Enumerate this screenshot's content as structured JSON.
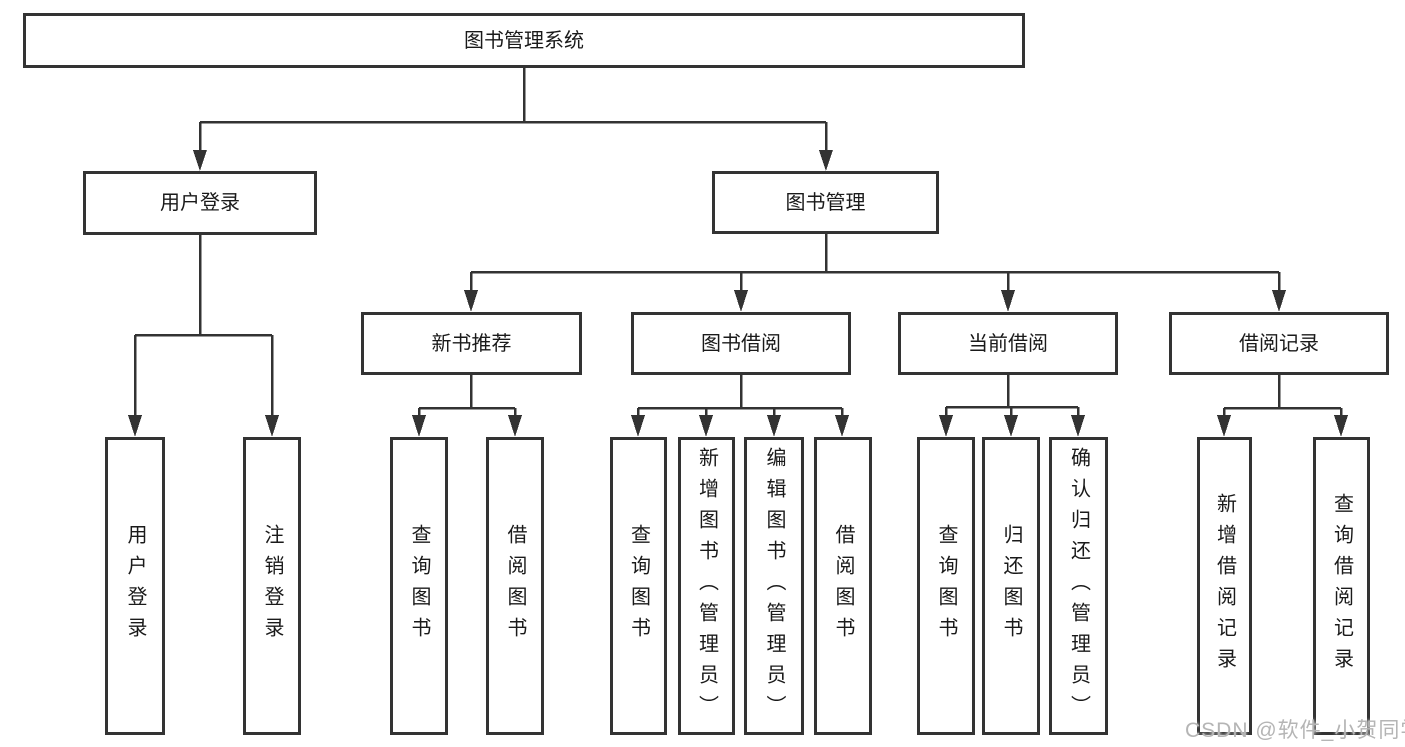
{
  "colors": {
    "line": "#333333",
    "box_border": "#333333",
    "text": "#1a1a1a",
    "watermark": "#b5b5b5",
    "background": "#ffffff"
  },
  "watermark": {
    "text": "CSDN @软件_小贺同学"
  },
  "tree": {
    "root": "图书管理系统",
    "branches": [
      {
        "label": "用户登录",
        "children": [
          "用户登录",
          "注销登录"
        ]
      },
      {
        "label": "图书管理",
        "groups": [
          {
            "label": "新书推荐",
            "children": [
              "查询图书",
              "借阅图书"
            ]
          },
          {
            "label": "图书借阅",
            "children": [
              "查询图书",
              "新增图书（管理员）",
              "编辑图书（管理员）",
              "借阅图书"
            ]
          },
          {
            "label": "当前借阅",
            "children": [
              "查询图书",
              "归还图书",
              "确认归还（管理员）"
            ]
          },
          {
            "label": "借阅记录",
            "children": [
              "新增借阅记录",
              "查询借阅记录"
            ]
          }
        ]
      }
    ]
  }
}
